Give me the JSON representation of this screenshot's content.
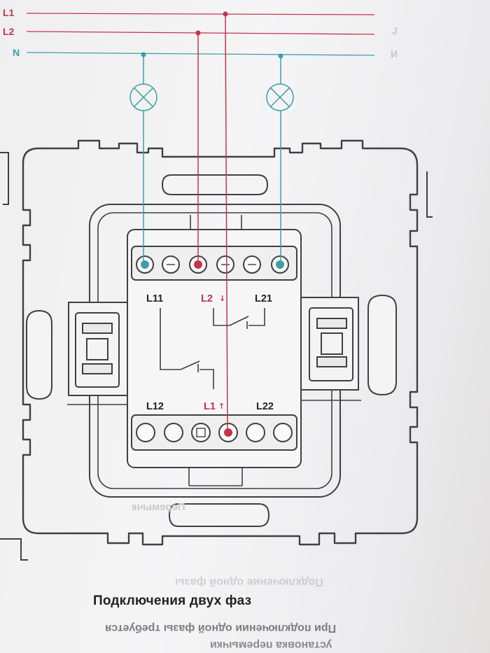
{
  "rails": [
    {
      "label": "L1",
      "color": "#c4344c"
    },
    {
      "label": "L2",
      "color": "#c4344c"
    },
    {
      "label": "N",
      "color": "#3e9ea8"
    }
  ],
  "terminals": {
    "top_left": "L11",
    "top_mid": "L2",
    "top_right": "L21",
    "bottom_left": "L12",
    "bottom_mid": "L1",
    "bottom_right": "L22"
  },
  "caption": "Подключения двух фаз",
  "colors": {
    "phase": "#c4344c",
    "neutral": "#3e9ea8",
    "outline": "#404043",
    "text": "#222222"
  },
  "icons": [
    "lamp-icon",
    "lamp-icon",
    "switch-contact-icon",
    "switch-contact-icon"
  ],
  "show_through_text": {
    "side_word": "Перемычк",
    "line_1": "Подключение одной фазы",
    "line_2": "При подключении одной фазы требуется",
    "line_3": "установка перемычки"
  }
}
